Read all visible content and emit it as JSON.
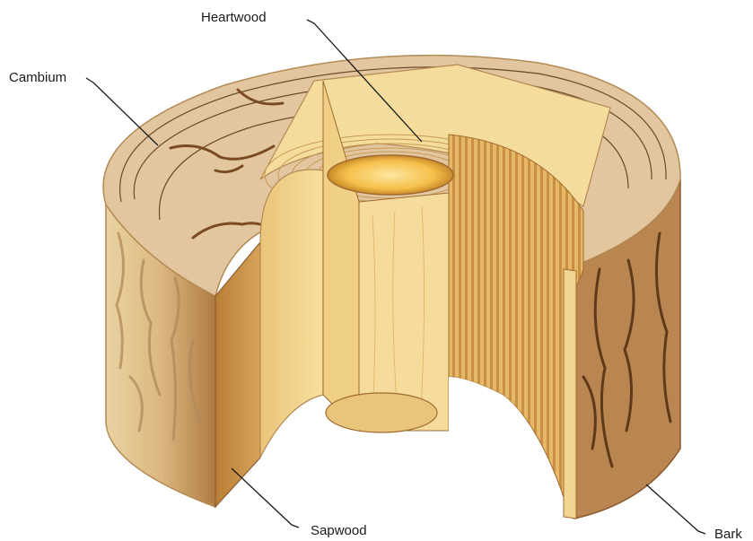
{
  "labels": {
    "heartwood": "Heartwood",
    "cambium": "Cambium",
    "sapwood": "Sapwood",
    "bark": "Bark"
  },
  "colors": {
    "bark_light": "#e8cf9c",
    "bark_mid": "#d9b57a",
    "bark_dark": "#8a5a2e",
    "top_surface": "#e2c6a0",
    "sapwood": "#f2d590",
    "sapwood_shadow": "#c89448",
    "heartwood_core": "#f7c24a",
    "inner_wall": "#d9a550",
    "crack": "#7a4a22",
    "ring_line": "#6b4a2a"
  }
}
